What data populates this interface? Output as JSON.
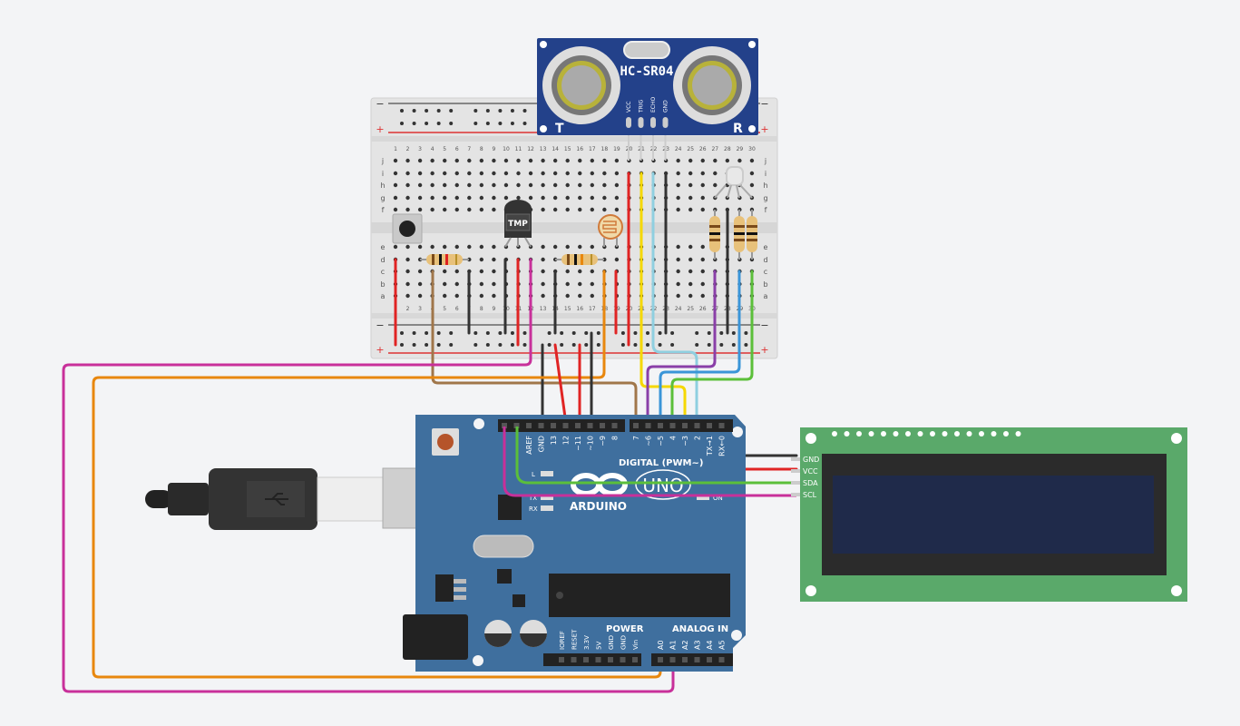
{
  "sensor": {
    "name": "HC-SR04",
    "pins": [
      "VCC",
      "TRIG",
      "ECHO",
      "GND"
    ],
    "left_label": "T",
    "right_label": "R"
  },
  "breadboard": {
    "columns": [
      "1",
      "2",
      "3",
      "4",
      "5",
      "6",
      "7",
      "8",
      "9",
      "10",
      "11",
      "12",
      "13",
      "14",
      "15",
      "16",
      "17",
      "18",
      "19",
      "20",
      "21",
      "22",
      "23",
      "24",
      "25",
      "26",
      "27",
      "28",
      "29",
      "30"
    ],
    "rows_top": [
      "j",
      "i",
      "h",
      "g",
      "f"
    ],
    "rows_bottom": [
      "e",
      "d",
      "c",
      "b",
      "a"
    ],
    "rail_minus": "−",
    "rail_plus": "+"
  },
  "temp_sensor": {
    "label": "TMP"
  },
  "arduino": {
    "brand": "ARDUINO",
    "model": "UNO",
    "digital_pins": [
      "AREF",
      "GND",
      "13",
      "12",
      "~11",
      "~10",
      "~9",
      "8",
      "7",
      "~6",
      "~5",
      "4",
      "~3",
      "2",
      "TX→1",
      "RX←0"
    ],
    "digital_label": "DIGITAL (PWM~)",
    "power_label": "POWER",
    "power_pins": [
      "IOREF",
      "RESET",
      "3.3V",
      "5V",
      "GND",
      "GND",
      "Vin"
    ],
    "analog_label": "ANALOG IN",
    "analog_pins": [
      "A0",
      "A1",
      "A2",
      "A3",
      "A4",
      "A5"
    ],
    "led_labels": [
      "L",
      "TX",
      "RX"
    ],
    "on_label": "ON"
  },
  "lcd": {
    "pins": [
      "GND",
      "VCC",
      "SDA",
      "SCL"
    ]
  },
  "colors": {
    "red": "#e02424",
    "black": "#333333",
    "magenta": "#c8309a",
    "orange": "#e8870e",
    "brown": "#a0764a",
    "green": "#5bbf3a",
    "yellow": "#f5d800",
    "cyan": "#8fcfe0",
    "purple": "#8a3fa8",
    "blue": "#3a95d8",
    "board": "#3f6f9e",
    "lcd_green": "#5aa96a"
  }
}
